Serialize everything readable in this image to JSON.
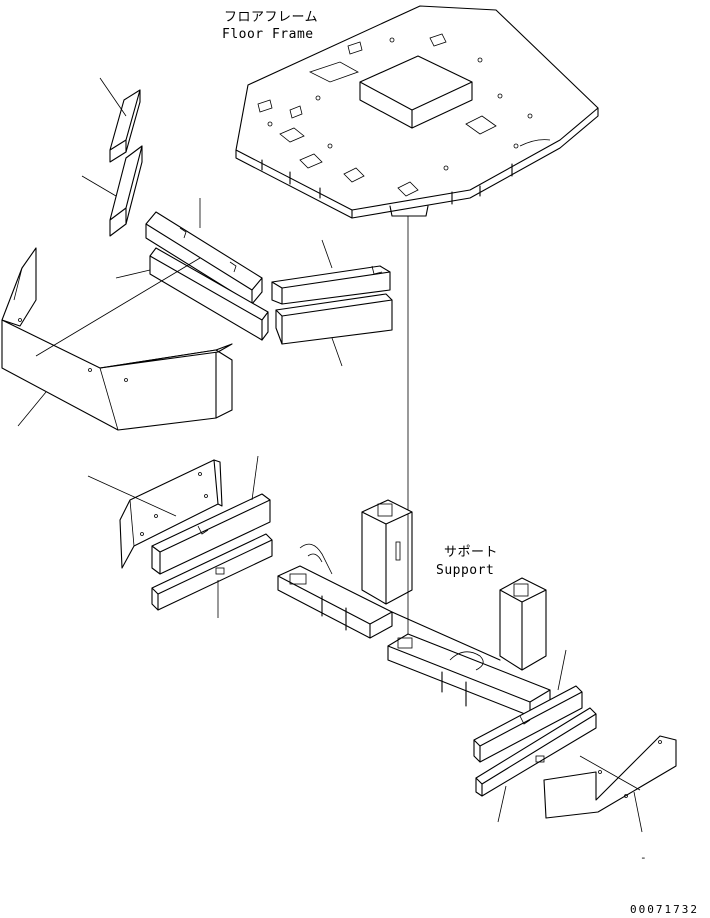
{
  "labels": {
    "floor_frame_jp": "フロアフレーム",
    "floor_frame_en": "Floor Frame",
    "support_jp": "サポート",
    "support_en": "Support",
    "doc_number": "00071732",
    "dash": "-"
  }
}
